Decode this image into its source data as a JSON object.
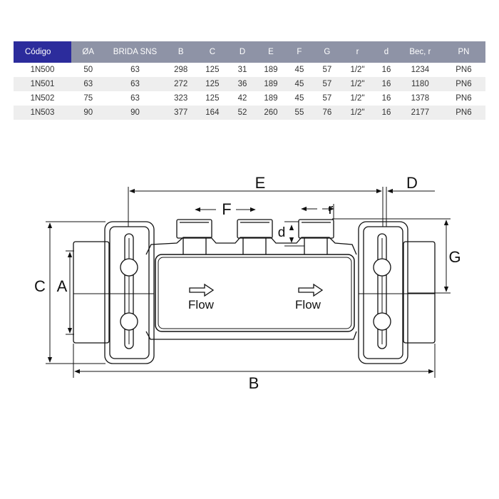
{
  "table": {
    "headers": [
      "Código",
      "ØA",
      "BRIDA SNS",
      "B",
      "C",
      "D",
      "E",
      "F",
      "G",
      "r",
      "d",
      "Bec, r",
      "PN"
    ],
    "rows": [
      [
        "1N500",
        "50",
        "63",
        "298",
        "125",
        "31",
        "189",
        "45",
        "57",
        "1/2\"",
        "16",
        "1234",
        "PN6"
      ],
      [
        "1N501",
        "63",
        "63",
        "272",
        "125",
        "36",
        "189",
        "45",
        "57",
        "1/2\"",
        "16",
        "1180",
        "PN6"
      ],
      [
        "1N502",
        "75",
        "63",
        "323",
        "125",
        "42",
        "189",
        "45",
        "57",
        "1/2\"",
        "16",
        "1378",
        "PN6"
      ],
      [
        "1N503",
        "90",
        "90",
        "377",
        "164",
        "52",
        "260",
        "55",
        "76",
        "1/2\"",
        "16",
        "2177",
        "PN6"
      ]
    ]
  },
  "diagram": {
    "dim_labels": {
      "E": "E",
      "D": "D",
      "F": "F",
      "r": "r",
      "d": "d",
      "G": "G",
      "C": "C",
      "A": "A",
      "B": "B"
    },
    "flow_left": "Flow",
    "flow_right": "Flow"
  },
  "colors": {
    "header_brand": "#2c2c9c",
    "header_gray": "#8e93a6",
    "row_shade": "#eeeeee",
    "drawing_line": "#111111"
  }
}
